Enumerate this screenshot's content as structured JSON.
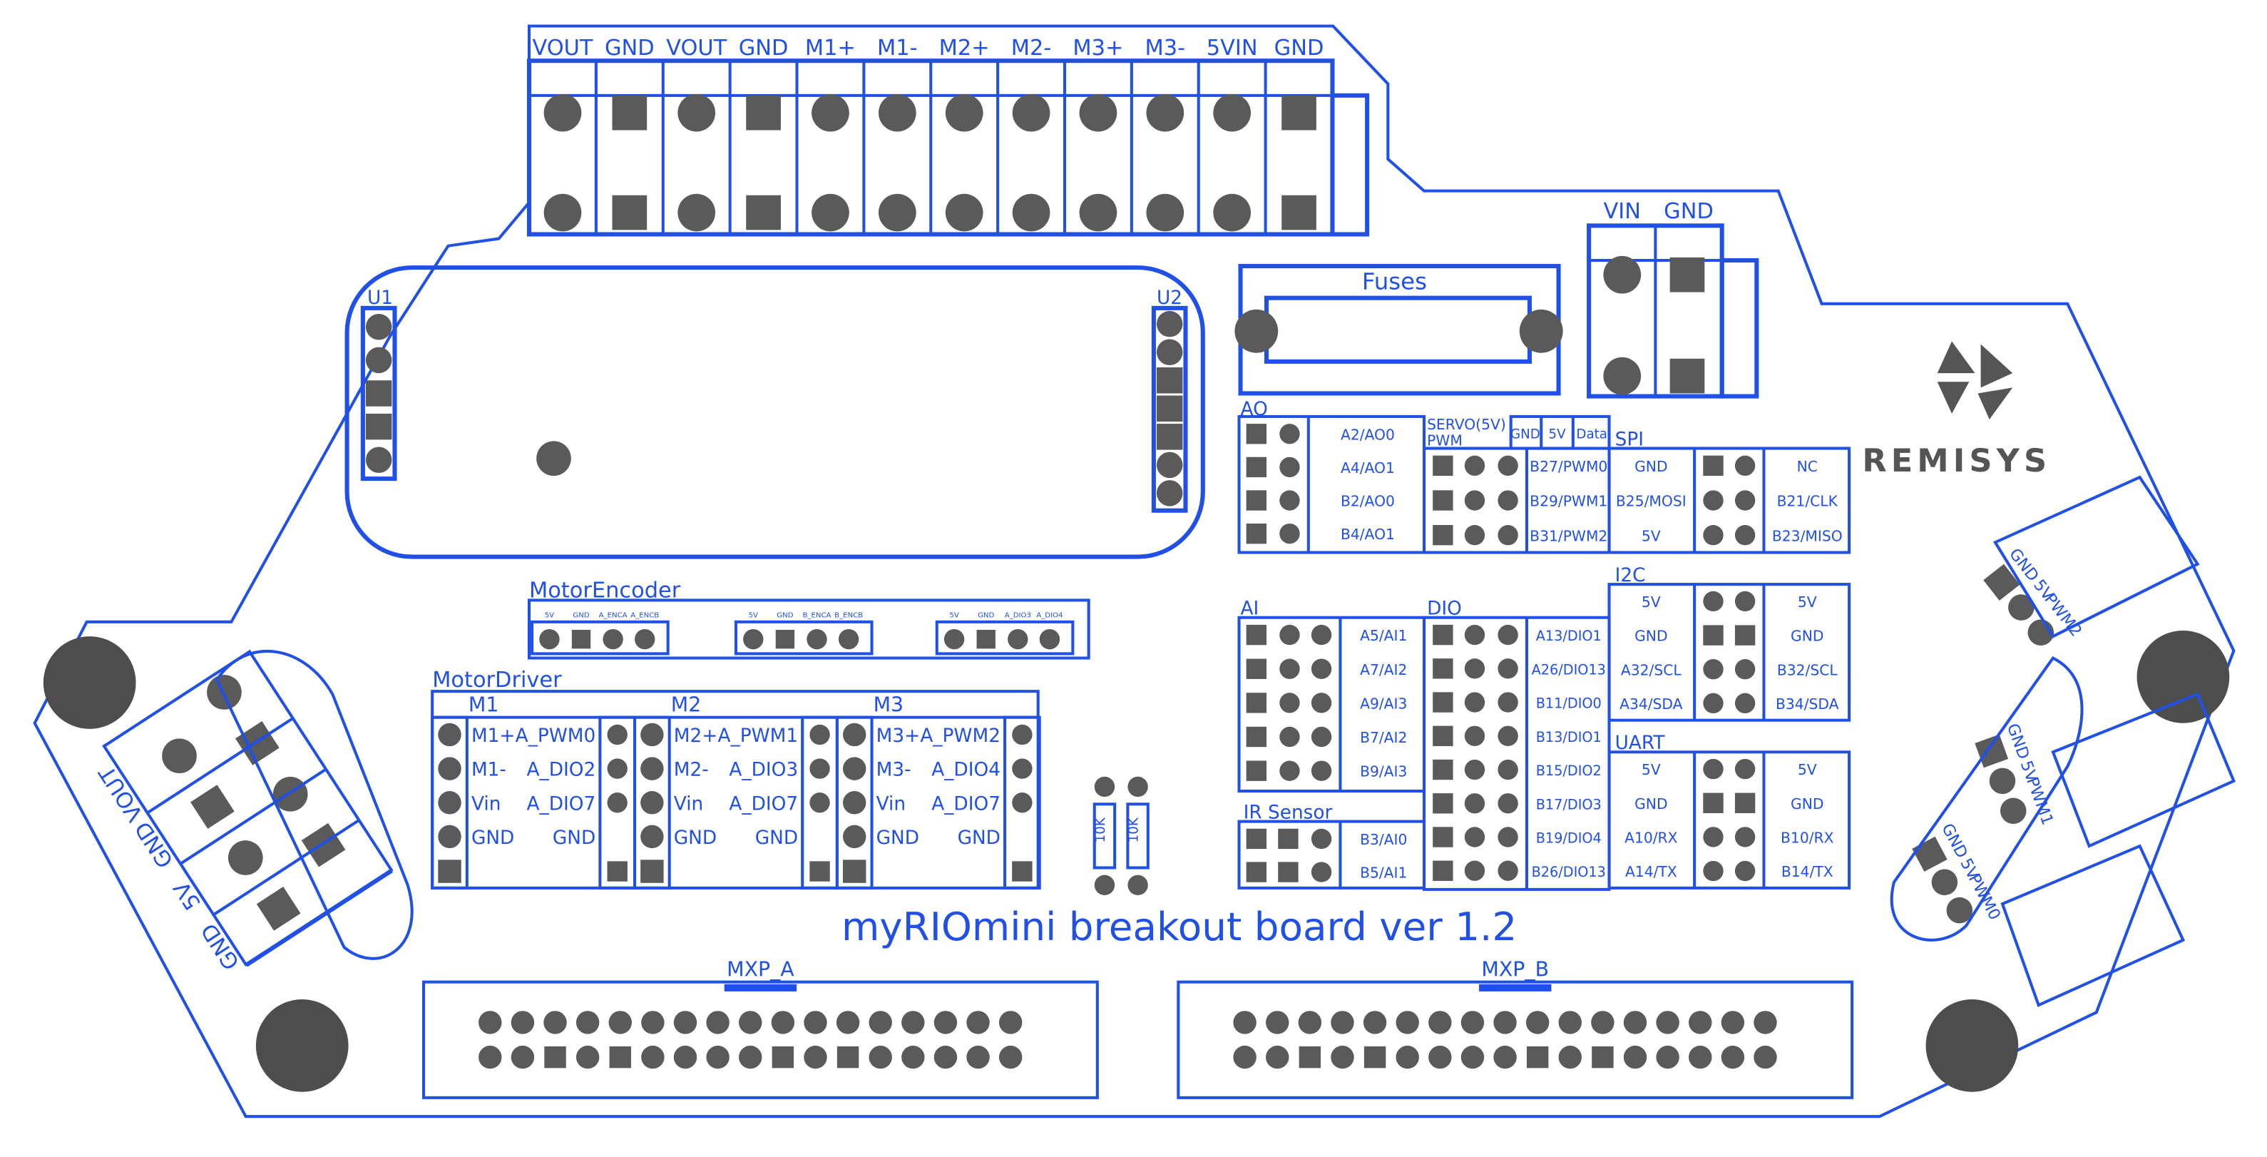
{
  "board": {
    "title": "myRIOmini breakout board ver 1.2",
    "logo": "REMISYS"
  },
  "terminal_top": [
    "VOUT",
    "GND",
    "VOUT",
    "GND",
    "M1+",
    "M1-",
    "M2+",
    "M2-",
    "M3+",
    "M3-",
    "5VIN",
    "GND"
  ],
  "vin_terminal": [
    "VIN",
    "GND"
  ],
  "u1": "U1",
  "u2": "U2",
  "fuses": "Fuses",
  "ao": {
    "title": "AO",
    "rows": [
      "A2/AO0",
      "A4/AO1",
      "B2/AO0",
      "B4/AO1"
    ]
  },
  "servo": {
    "title": "SERVO(5V)",
    "subtitle": "PWM",
    "headers": [
      "GND",
      "5V",
      "Data"
    ],
    "rows": [
      "B27/PWM0",
      "B29/PWM1",
      "B31/PWM2"
    ]
  },
  "spi": {
    "title": "SPI",
    "left": [
      "GND",
      "B25/MOSI",
      "5V"
    ],
    "right": [
      "NC",
      "B21/CLK",
      "B23/MISO"
    ]
  },
  "i2c": {
    "title": "I2C",
    "left": [
      "5V",
      "GND",
      "A32/SCL",
      "A34/SDA"
    ],
    "right": [
      "5V",
      "GND",
      "B32/SCL",
      "B34/SDA"
    ]
  },
  "uart": {
    "title": "UART",
    "left": [
      "5V",
      "GND",
      "A10/RX",
      "A14/TX"
    ],
    "right": [
      "5V",
      "GND",
      "B10/RX",
      "B14/TX"
    ]
  },
  "ai": {
    "title": "AI",
    "rows": [
      "A5/AI1",
      "A7/AI2",
      "A9/AI3",
      "B7/AI2",
      "B9/AI3"
    ]
  },
  "dio": {
    "title": "DIO",
    "rows": [
      "A13/DIO1",
      "A26/DIO13",
      "B11/DIO0",
      "B13/DIO1",
      "B15/DIO2",
      "B17/DIO3",
      "B19/DIO4",
      "B26/DIO13"
    ]
  },
  "ir": {
    "title": "IR Sensor",
    "rows": [
      "B3/AI0",
      "B5/AI1"
    ]
  },
  "motor_encoder": {
    "title": "MotorEncoder",
    "groups": [
      [
        "5V",
        "GND",
        "A_ENCA",
        "A_ENCB"
      ],
      [
        "5V",
        "GND",
        "B_ENCA",
        "B_ENCB"
      ],
      [
        "5V",
        "GND",
        "A_DIO3",
        "A_DIO4"
      ]
    ]
  },
  "motor_driver": {
    "title": "MotorDriver",
    "channels": [
      {
        "name": "M1",
        "left": [
          "M1+",
          "M1-",
          "Vin",
          "GND"
        ],
        "right": [
          "A_PWM0",
          "A_DIO2",
          "A_DIO7",
          "GND"
        ]
      },
      {
        "name": "M2",
        "left": [
          "M2+",
          "M2-",
          "Vin",
          "GND"
        ],
        "right": [
          "A_PWM1",
          "A_DIO3",
          "A_DIO7",
          "GND"
        ]
      },
      {
        "name": "M3",
        "left": [
          "M3+",
          "M3-",
          "Vin",
          "GND"
        ],
        "right": [
          "A_PWM2",
          "A_DIO4",
          "A_DIO7",
          "GND"
        ]
      }
    ]
  },
  "resistors": [
    "10K",
    "10K"
  ],
  "left_connector": [
    "GND",
    "5V",
    "GND",
    "VOUT"
  ],
  "right_connectors": [
    {
      "labels": [
        "GND",
        "5V",
        "PWM2"
      ]
    },
    {
      "labels": [
        "GND",
        "5V",
        "PWM1"
      ]
    },
    {
      "labels": [
        "GND",
        "5V",
        "PWM0"
      ]
    }
  ],
  "mxp": [
    "MXP_A",
    "MXP_B"
  ],
  "colors": {
    "trace": "#2050e6",
    "pad": "#5a5a5a",
    "background": "#ffffff"
  }
}
